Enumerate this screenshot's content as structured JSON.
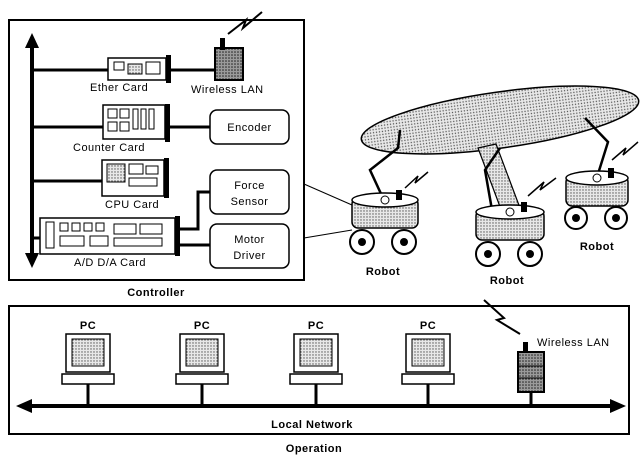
{
  "controller": {
    "title": "Controller",
    "cards": {
      "ether": "Ether Card",
      "counter": "Counter Card",
      "cpu": "CPU Card",
      "ad_da": "A/D D/A Card"
    },
    "wireless_lan": "Wireless LAN",
    "blocks": {
      "encoder": "Encoder",
      "force_line1": "Force",
      "force_line2": "Sensor",
      "motor_line1": "Motor",
      "motor_line2": "Driver"
    }
  },
  "robots": {
    "label": "Robot"
  },
  "operation": {
    "title": "Operation",
    "pc_label": "PC",
    "wireless_lan": "Wireless LAN",
    "network": "Local Network"
  }
}
